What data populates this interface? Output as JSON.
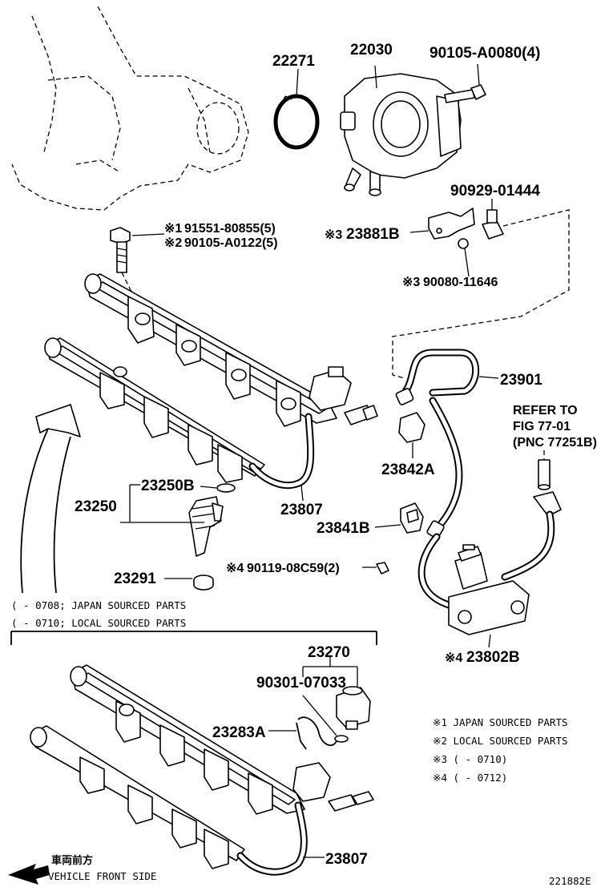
{
  "labels": {
    "p22271": "22271",
    "p22030": "22030",
    "p90105a0080": "90105-A0080(4)",
    "p90929": "90929-01444",
    "p23881b": "23881B",
    "p23881b_mark": "※3",
    "p91551": "91551-80855(5)",
    "p91551_mark": "※1",
    "p90105a0122": "90105-A0122(5)",
    "p90105a0122_mark": "※2",
    "p90080": "90080-11646",
    "p90080_mark": "※3",
    "p23901": "23901",
    "refer1": "REFER TO",
    "refer2": "FIG 77-01",
    "refer3": "(PNC 77251B)",
    "p23842a": "23842A",
    "p23250b": "23250B",
    "p23250": "23250",
    "p23807a": "23807",
    "p23841b": "23841B",
    "p23291": "23291",
    "p90119": "90119-08C59(2)",
    "p90119_mark": "※4",
    "p23802b": "23802B",
    "p23802b_mark": "※4",
    "p23270": "23270",
    "p90301": "90301-07033",
    "p23283a": "23283A",
    "p23807b": "23807"
  },
  "notes": {
    "range1": "(      - 0708; JAPAN SOURCED PARTS",
    "range2": "(      - 0710; LOCAL SOURCED PARTS",
    "legend1": "※1 JAPAN SOURCED PARTS",
    "legend2": "※2 LOCAL SOURCED PARTS",
    "legend3": "※3 (      - 0710)",
    "legend4": "※4 (      - 0712)"
  },
  "footer": {
    "front_jp": "車両前方",
    "front_en": "VEHICLE FRONT SIDE",
    "figure_code": "221882E"
  }
}
